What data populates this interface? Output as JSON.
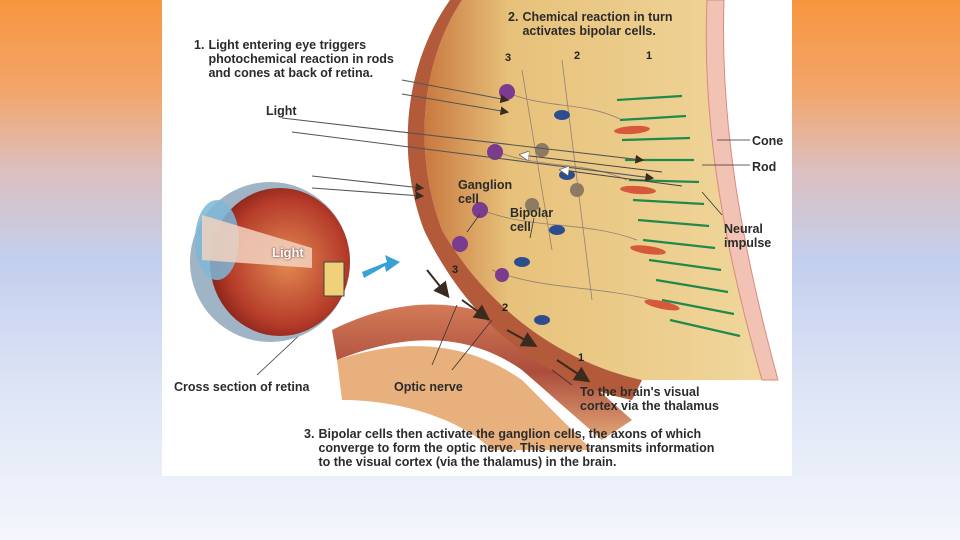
{
  "steps": [
    {
      "number": "1.",
      "text": "Light entering eye triggers\nphotochemical reaction in rods\nand cones at back of retina."
    },
    {
      "number": "2.",
      "text": "Chemical reaction in turn\nactivates bipolar cells."
    },
    {
      "number": "3.",
      "text": "Bipolar cells then activate the ganglion cells, the axons of which\nconverge to form the optic nerve. This nerve transmits information\nto the visual cortex (via the thalamus) in the brain."
    }
  ],
  "labels": {
    "light_top": "Light",
    "light_inset": "Light",
    "ganglion": "Ganglion\ncell",
    "bipolar": "Bipolar\ncell",
    "cone": "Cone",
    "rod": "Rod",
    "neural_impulse": "Neural\nimpulse",
    "cross_section": "Cross section of retina",
    "optic_nerve": "Optic nerve",
    "brain_path": "To the brain's visual\ncortex via the thalamus"
  },
  "layer_numbers": {
    "top": [
      "3",
      "2",
      "1"
    ],
    "side": [
      "3",
      "2",
      "1"
    ]
  },
  "colors": {
    "slide_top": "#f7963f",
    "slide_bottom": "#f4f6fc",
    "tissue": "#e8c57e",
    "nerve": "#b5523a",
    "cone_color": "#d65a3a",
    "rod_color": "#1f8a4c",
    "ganglion_color": "#7b3b8e",
    "bipolar_color": "#2e4d8f",
    "arrow_blue": "#3aa0d8"
  }
}
